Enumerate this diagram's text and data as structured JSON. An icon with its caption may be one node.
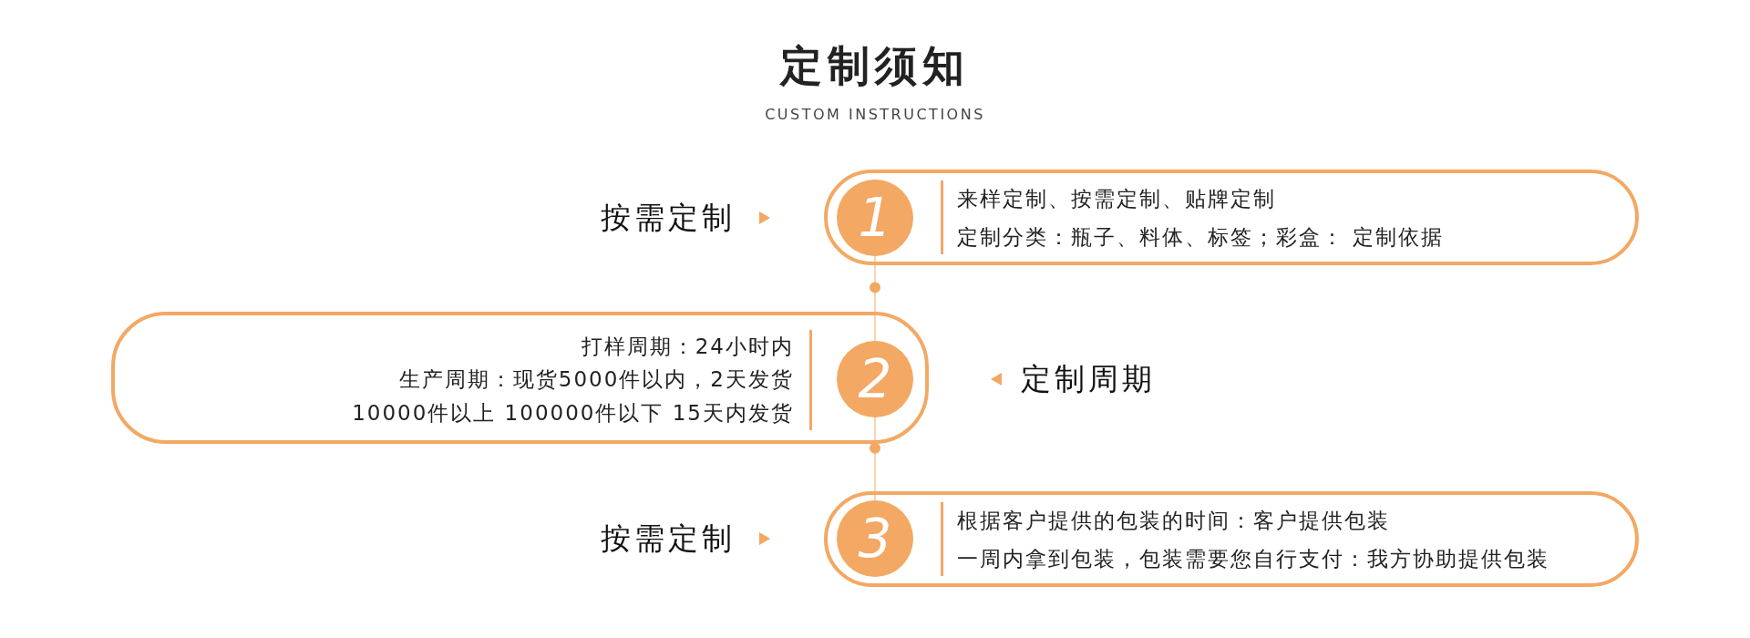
{
  "diagram": {
    "title": "定制须知",
    "caption": "CUSTOM INSTRUCTIONS",
    "nodes": [
      {
        "text": [
          "按需定制"
        ]
      },
      {
        "text": [
          "来样定制、按需定制、贴牌定制",
          "定制分类：瓶子、料体、标签；彩盒： 定制依据"
        ]
      },
      {
        "text": [
          "1"
        ],
        "in": 1
      },
      {
        "text": [
          "打样周期：24小时内",
          "生产周期：现货5000件以内，2天发货",
          "10000件以上 100000件以下 15天内发货"
        ]
      },
      {
        "text": [
          "2"
        ],
        "in": 3
      },
      {
        "text": [
          "定制周期"
        ]
      },
      {
        "text": [
          "按需定制"
        ]
      },
      {
        "text": [
          "根据客户提供的包装的时间：客户提供包装",
          "一周内拿到包装，包装需要您自行支付：我方协助提供包装"
        ]
      },
      {
        "text": [
          "3"
        ],
        "in": 7
      }
    ],
    "edges": [
      {
        "from": 2,
        "to": 4,
        "arrow": "none"
      },
      {
        "from": 4,
        "to": 8,
        "arrow": "none"
      }
    ]
  }
}
